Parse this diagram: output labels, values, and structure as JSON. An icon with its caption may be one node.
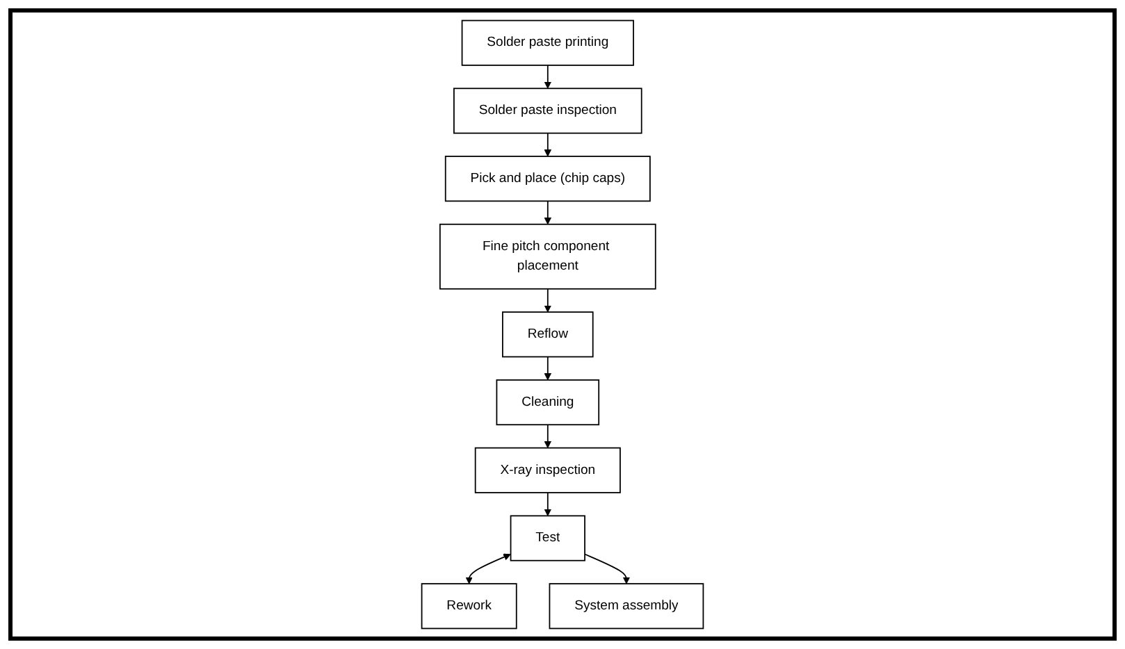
{
  "diagram": {
    "nodes": [
      {
        "text": [
          "Solder paste printing"
        ]
      },
      {
        "text": [
          "Solder paste inspection"
        ]
      },
      {
        "text": [
          "Pick and place (chip caps)"
        ]
      },
      {
        "text": [
          "Fine pitch component placement"
        ]
      },
      {
        "text": [
          "Reflow"
        ]
      },
      {
        "text": [
          "Cleaning"
        ]
      },
      {
        "text": [
          "X-ray inspection"
        ]
      },
      {
        "text": [
          "Test"
        ]
      },
      {
        "text": [
          "Rework"
        ]
      },
      {
        "text": [
          "System assembly"
        ]
      }
    ],
    "edges": [
      {
        "from": 0,
        "to": 1,
        "arrow": "to"
      },
      {
        "from": 1,
        "to": 2,
        "arrow": "to"
      },
      {
        "from": 2,
        "to": 3,
        "arrow": "to"
      },
      {
        "from": 3,
        "to": 4,
        "arrow": "to"
      },
      {
        "from": 4,
        "to": 5,
        "arrow": "to"
      },
      {
        "from": 5,
        "to": 6,
        "arrow": "to"
      },
      {
        "from": 6,
        "to": 7,
        "arrow": "to"
      },
      {
        "from": 7,
        "to": 8,
        "arrow": "both"
      },
      {
        "from": 7,
        "to": 9,
        "arrow": "to"
      }
    ]
  }
}
